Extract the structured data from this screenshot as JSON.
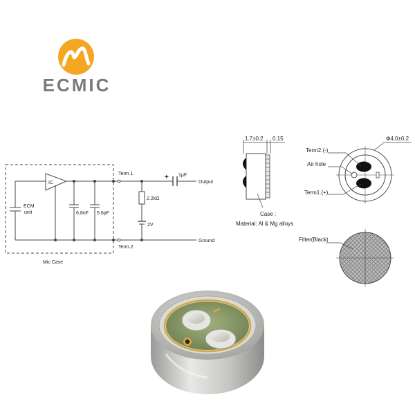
{
  "brand": {
    "name": "ECMIC",
    "logo_color": "#f5a623",
    "text_color": "#7a7a7a"
  },
  "circuit": {
    "ic": "IC",
    "ecm": "ECM",
    "ecm_unit": "unit",
    "cap1": "6.8nF",
    "cap2": "5.6pF",
    "term1": "Term.1",
    "term2": "Term.2",
    "resistor": "2.2kΩ",
    "capacitor": "1μF",
    "plus": "+",
    "voltage": "2V",
    "output": "Output",
    "ground": "Ground",
    "mic_case": "Mic Case"
  },
  "side_view": {
    "dim_thickness": "1.7±0.2",
    "dim_offset": "0.15",
    "case_label": "Case :",
    "material": "Material: Al & Mg alloys"
  },
  "front_view": {
    "diameter": "Φ4.0±0.2",
    "term2": "Term2.(-)",
    "air_hole": "Air hole",
    "term1": "Term1.(+)"
  },
  "back_view": {
    "filter": "Filter(Black)"
  },
  "photo": {
    "casing_color": "#c9c9c6",
    "pcb_color": "#8a9a6a",
    "gold_color": "#d4a840"
  }
}
